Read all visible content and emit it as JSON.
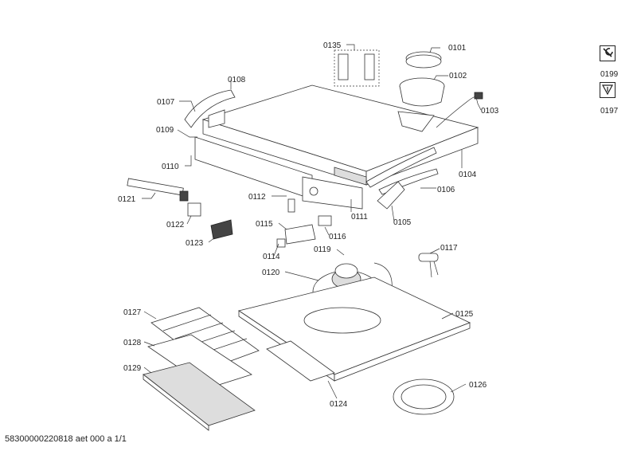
{
  "footer": "58300000220818 aet 000 a 1/1",
  "side_icons": [
    {
      "id": "0199",
      "icon": "wrench-icon"
    },
    {
      "id": "0197",
      "icon": "download-arrow-icon"
    }
  ],
  "parts": {
    "p0101": "0101",
    "p0102": "0102",
    "p0103": "0103",
    "p0104": "0104",
    "p0105": "0105",
    "p0106": "0106",
    "p0107": "0107",
    "p0108": "0108",
    "p0109": "0109",
    "p0110": "0110",
    "p0111": "0111",
    "p0112": "0112",
    "p0114": "0114",
    "p0115": "0115",
    "p0116": "0116",
    "p0117": "0117",
    "p0119": "0119",
    "p0120": "0120",
    "p0121": "0121",
    "p0122": "0122",
    "p0123": "0123",
    "p0124": "0124",
    "p0125": "0125",
    "p0126": "0126",
    "p0127": "0127",
    "p0128": "0128",
    "p0129": "0129",
    "p0135": "0135"
  }
}
